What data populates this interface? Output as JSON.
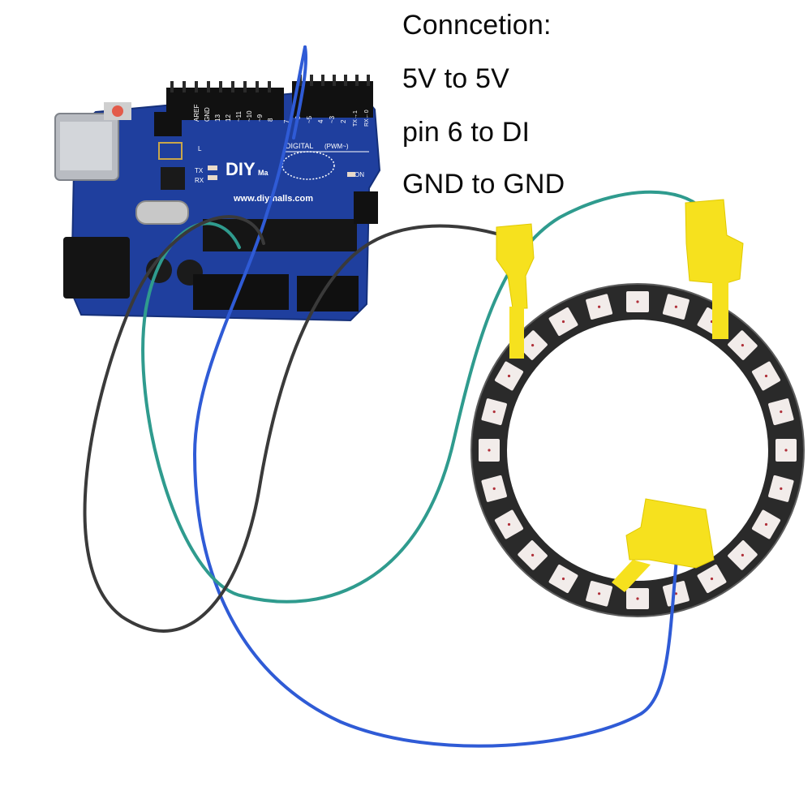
{
  "caption": {
    "lines": [
      "Conncetion:",
      "5V to 5V",
      "pin 6 to DI",
      "GND to GND"
    ]
  },
  "board": {
    "brand": "DIY",
    "brand_suffix": "Ma",
    "website": "www.diymalls.com",
    "digital_label": "DIGITAL",
    "pwm_label": "(PWM~)",
    "on_label": "ON",
    "tx_label": "TX",
    "rx_label": "RX",
    "l_label": "L",
    "pin_labels": [
      "AREF",
      "GND",
      "13",
      "12",
      "~11",
      "~10",
      "~9",
      "8",
      "7",
      "~6",
      "~5",
      "4",
      "~3",
      "2",
      "TX→1",
      "RX←0"
    ],
    "color": "#1f3f9e"
  },
  "ring": {
    "led_count": 24,
    "color": "#2a2a2a",
    "led_color": "#f2ecea"
  },
  "wires": {
    "blue": "#2f5bd6",
    "green": "#2f9b8e",
    "black": "#3a3a3a"
  },
  "clip_color": "#f6e11e"
}
